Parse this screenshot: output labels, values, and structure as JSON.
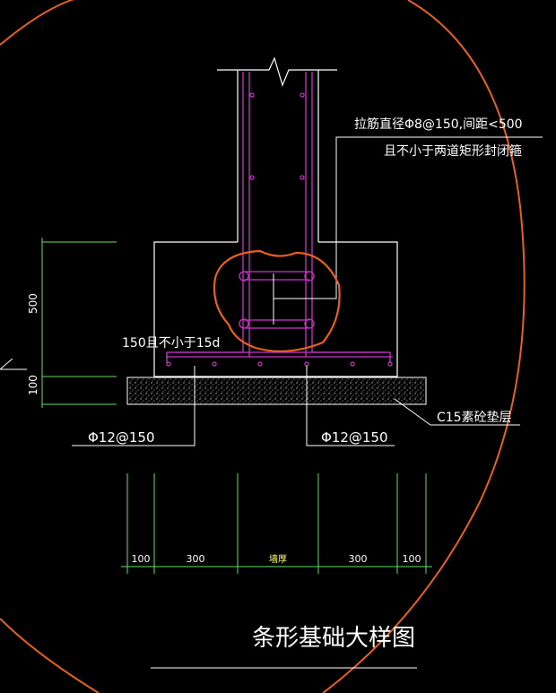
{
  "colors": {
    "background": "#000000",
    "outline": "#ffffff",
    "rebar": "#cc33cc",
    "dimension": "#66dd66",
    "markup": "#e8601c",
    "text": "#ffffff",
    "dimension_text": "#ffff66"
  },
  "annotations": {
    "tie_note_line1": "拉筋直径Φ8@150,间距<500",
    "tie_note_line2": "且不小于两道矩形封闭箍",
    "anchorage_note": "150且不小于15d",
    "left_bar": "Φ12@150",
    "right_bar": "Φ12@150",
    "cushion_note": "C15素砼垫层"
  },
  "dimensions": {
    "vertical": [
      "500",
      "100"
    ],
    "horizontal": [
      "100",
      "300",
      "墙厚",
      "300",
      "100"
    ]
  },
  "title": "条形基础大样图"
}
